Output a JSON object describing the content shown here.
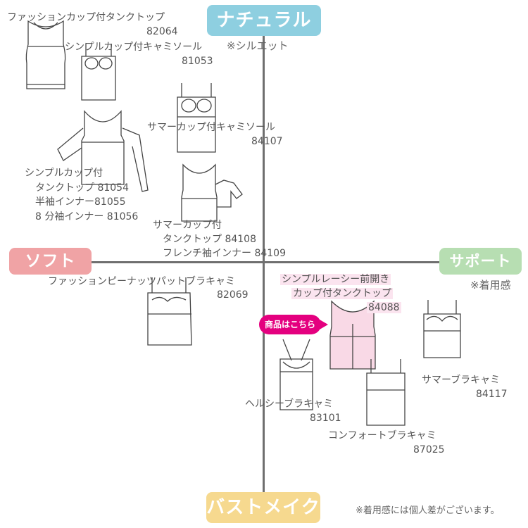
{
  "axes": {
    "top": "ナチュラル",
    "top_note": "※シルエット",
    "left": "ソフト",
    "right": "サポート",
    "right_note": "※着用感",
    "bottom": "バストメイク"
  },
  "footnote": "※着用感には個人差がございます。",
  "badge": "商品はこちら",
  "products": {
    "p1": {
      "name": "ファッションカップ付タンクトップ",
      "code": "82064"
    },
    "p2": {
      "name": "シンプルカップ付キャミソール",
      "code": "81053"
    },
    "p3": {
      "name": "サマーカップ付キャミソール",
      "code": "84107"
    },
    "p4": {
      "line1": "シンプルカップ付",
      "line2": "タンクトップ 81054",
      "line3": "半袖インナー81055",
      "line4": "8 分袖インナー 81056"
    },
    "p5": {
      "line1": "サマーカップ付",
      "line2": "タンクトップ 84108",
      "line3": "フレンチ袖インナー 84109"
    },
    "p6": {
      "name": "ファッションピーナッツパットブラキャミ",
      "code": "82069"
    },
    "p7": {
      "line1": "シンプルレーシー前開き",
      "line2": "カップ付タンクトップ",
      "code": "84088"
    },
    "p8": {
      "name": "サマーブラキャミ",
      "code": "84117"
    },
    "p9": {
      "name": "ヘルシーブラキャミ",
      "code": "83101"
    },
    "p10": {
      "name": "コンフォートブラキャミ",
      "code": "87025"
    }
  }
}
